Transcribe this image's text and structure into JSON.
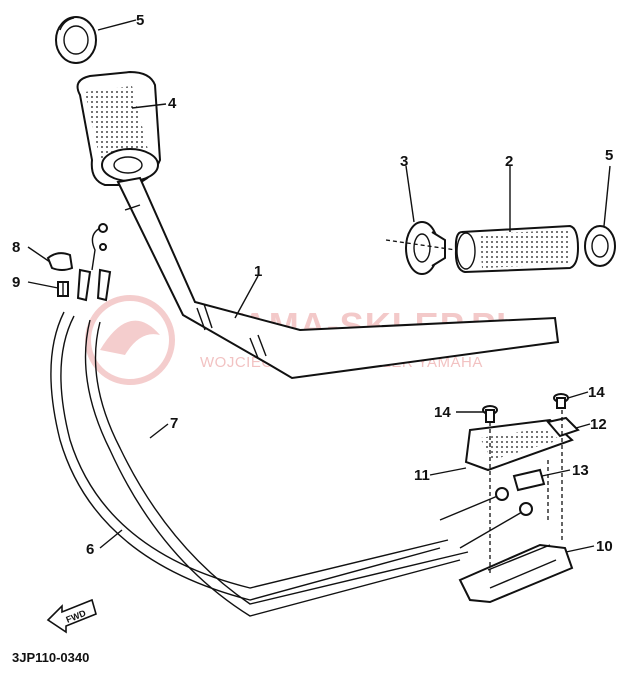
{
  "diagram": {
    "part_code": "3JP110-0340",
    "fwd_label": "FWD",
    "watermark": {
      "main": "YAMA-SKLEP.PL",
      "sub": "WOJCIECHOWICZ | DEALER YAMAHA"
    },
    "callouts": {
      "c1": "1",
      "c2": "2",
      "c3": "3",
      "c4": "4",
      "c5a": "5",
      "c5b": "5",
      "c6": "6",
      "c7": "7",
      "c8": "8",
      "c9": "9",
      "c10": "10",
      "c11": "11",
      "c12": "12",
      "c13": "13",
      "c14a": "14",
      "c14b": "14"
    }
  }
}
